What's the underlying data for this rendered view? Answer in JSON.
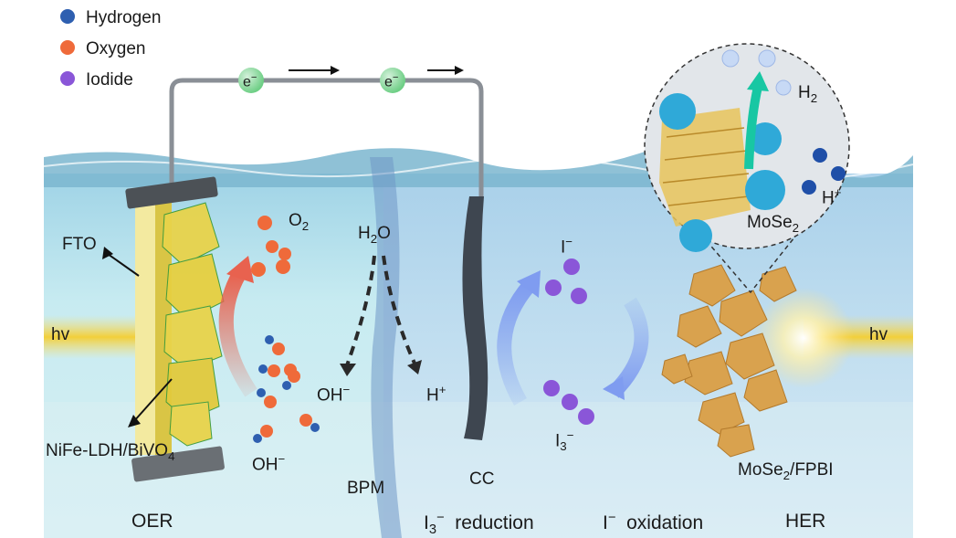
{
  "legend": [
    {
      "label": "Hydrogen",
      "color": "#2e5fb0"
    },
    {
      "label": "Oxygen",
      "color": "#ef6a3a"
    },
    {
      "label": "Iodide",
      "color": "#8a56d8"
    }
  ],
  "circuit": {
    "electron_left": "e",
    "electron_right": "e",
    "charge": "−"
  },
  "labels": {
    "fto": "FTO",
    "o2": "O",
    "o2_sub": "2",
    "h2o_pre": "H",
    "h2o_sub": "2",
    "h2o_post": "O",
    "hv_left": "hv",
    "hv_right": "hv",
    "oh_left": "OH",
    "oh_minus": "−",
    "h_plus": "H",
    "plus": "+",
    "iodide_top": "I",
    "iodide_top_sup": "−",
    "triiodide": "I",
    "triiodide_sub": "3",
    "triiodide_sup": "−",
    "nife_pre": "NiFe-LDH/BiVO",
    "nife_sub": "4",
    "oh_bottom": "OH",
    "oh_bottom_minus": "−",
    "bpm": "BPM",
    "cc": "CC",
    "mose2_fpbi_pre": "MoSe",
    "mose2_fpbi_sub": "2",
    "mose2_fpbi_post": "/FPBI",
    "h2_inset": "H",
    "h2_inset_sub": "2",
    "hplus_inset": "H",
    "hplus_inset_sup": "+",
    "mose2_inset": "MoSe",
    "mose2_inset_sub": "2",
    "oer": "OER",
    "i3_red": "I",
    "i3_red_sub": "3",
    "i3_red_sup": "−",
    "reduction": "reduction",
    "i_ox": "I",
    "i_ox_sup": "−",
    "oxidation": "oxidation",
    "her": "HER"
  },
  "colors": {
    "water": "#bfe7ef",
    "water_deep": "#a8dbe8",
    "light_beam": "#f2d24a",
    "arrow_red": "#e8624f",
    "arrow_blue": "#7f9cf0",
    "arrow_green": "#18c7a3"
  }
}
